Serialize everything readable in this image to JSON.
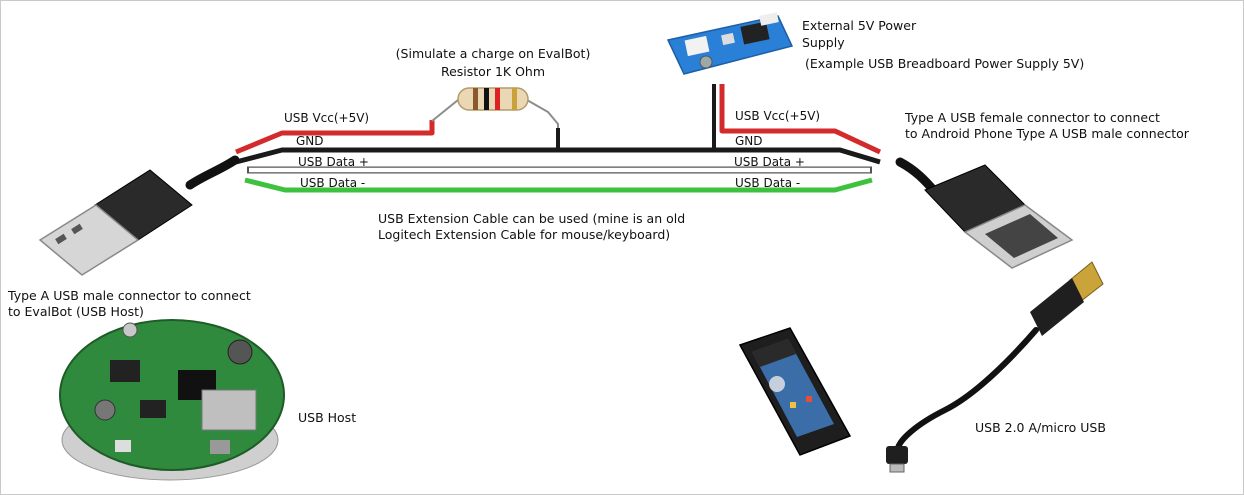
{
  "colors": {
    "vcc_wire": "#d32b2b",
    "gnd_wire": "#1a1a1a",
    "data_plus_wire": "#ffffff",
    "data_minus_wire": "#3ec23e",
    "pcb_green": "#2f8a3e",
    "psu_blue": "#2a7fd6"
  },
  "annotations": {
    "resistor_note_line1": "(Simulate a charge on EvalBot)",
    "resistor_note_line2": "Resistor 1K Ohm",
    "psu_title_line1": "External 5V Power",
    "psu_title_line2": "Supply",
    "psu_example": "(Example USB Breadboard Power Supply 5V)",
    "female_conn_line1": "Type A USB female connector to connect",
    "female_conn_line2": "to Android Phone Type A USB male connector",
    "male_conn_line1": "Type A USB male connector to connect",
    "male_conn_line2": "to EvalBot (USB Host)",
    "extension_line1": "USB Extension Cable can be used (mine is an old",
    "extension_line2": "Logitech Extension Cable for mouse/keyboard)",
    "usb_host": "USB Host",
    "micro_cable": "USB 2.0 A/micro USB"
  },
  "wires_left": {
    "vcc": "USB Vcc(+5V)",
    "gnd": "GND",
    "data_plus": "USB Data +",
    "data_minus": "USB Data -"
  },
  "wires_right": {
    "vcc": "USB Vcc(+5V)",
    "gnd": "GND",
    "data_plus": "USB Data +",
    "data_minus": "USB Data -"
  }
}
